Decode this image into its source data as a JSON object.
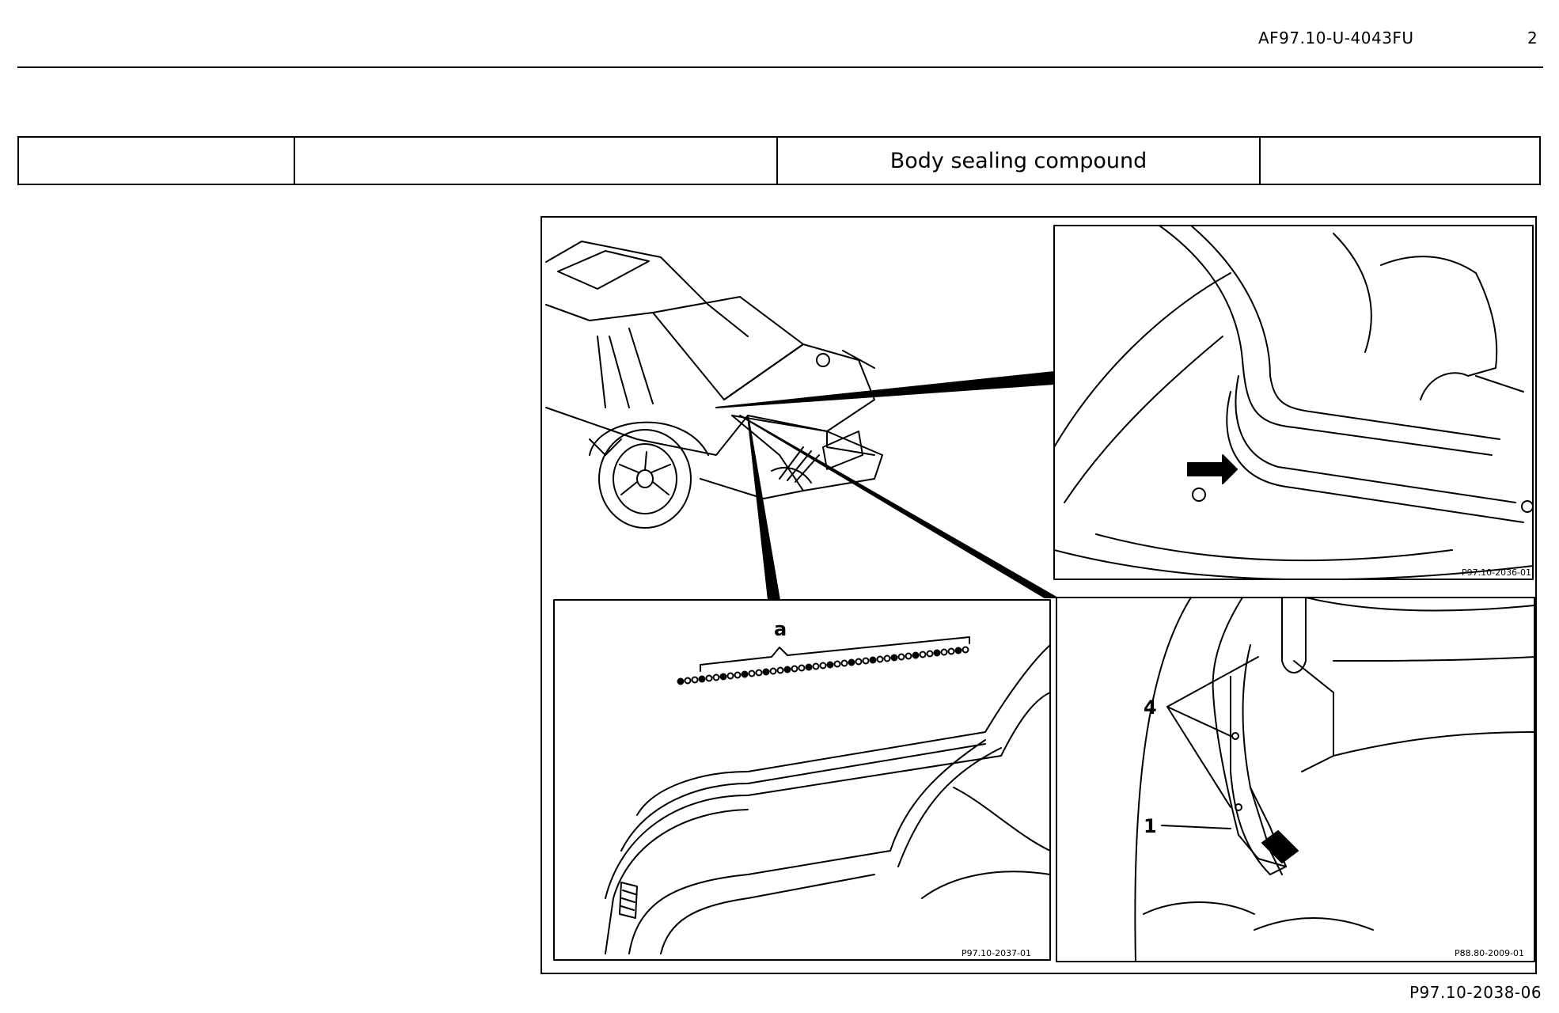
{
  "header": {
    "document_id": "AF97.10-U-4043FU",
    "page_number": "2"
  },
  "title_table": {
    "cells": [
      "",
      "",
      "Body sealing compound",
      ""
    ]
  },
  "figure": {
    "panels": [
      {
        "code": "P97.10-2036-01"
      },
      {
        "code": "P97.10-2037-01"
      },
      {
        "code": "P88.80-2009-01"
      }
    ],
    "callouts": {
      "a": "a",
      "four": "4",
      "one": "1"
    },
    "code": "P97.10-2038-06"
  }
}
